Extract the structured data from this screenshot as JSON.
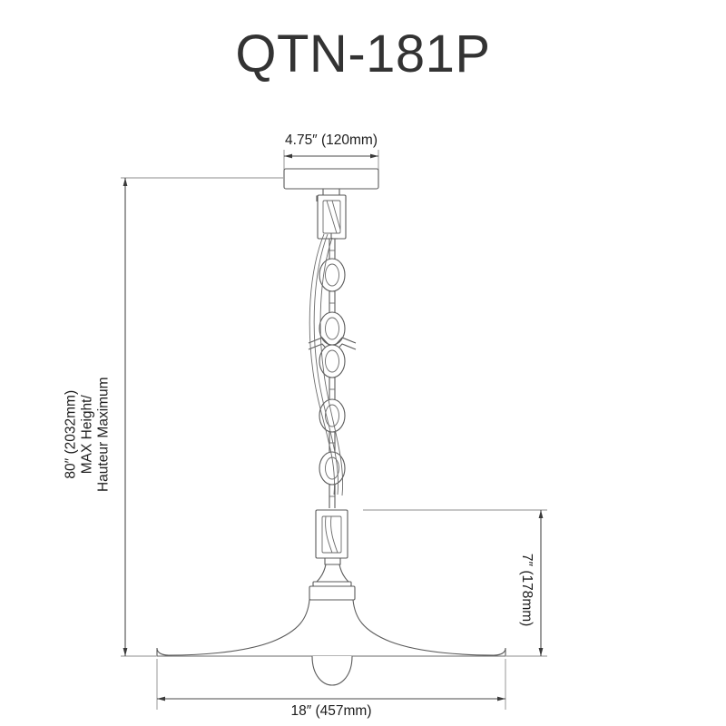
{
  "drawing": {
    "title": "QTN-181P",
    "product_type": "pendant-light-dimensional-drawing",
    "line_color": "#5a5a5a",
    "text_color": "#1d1d1d",
    "background_color": "#ffffff"
  },
  "dimensions": {
    "canopy_width": {
      "label": "4.75″ (120mm)",
      "orientation": "horizontal",
      "position": "top"
    },
    "max_height": {
      "line1": "80″ (2032mm)",
      "line2": "MAX Height/",
      "line3": "Hauteur Maximum",
      "orientation": "vertical",
      "position": "left"
    },
    "shade_height": {
      "label": "7″ (178mm)",
      "orientation": "vertical",
      "position": "right"
    },
    "shade_width": {
      "label": "18″ (457mm)",
      "orientation": "horizontal",
      "position": "bottom"
    }
  },
  "parts": [
    {
      "name": "canopy",
      "label": "ceiling-canopy"
    },
    {
      "name": "chain",
      "label": "suspension-chain"
    },
    {
      "name": "break-symbol",
      "label": "chain-break-marker"
    },
    {
      "name": "cord",
      "label": "power-cord"
    },
    {
      "name": "fitter",
      "label": "shade-fitter"
    },
    {
      "name": "shade",
      "label": "flared-shade"
    },
    {
      "name": "bulb",
      "label": "light-bulb"
    }
  ]
}
